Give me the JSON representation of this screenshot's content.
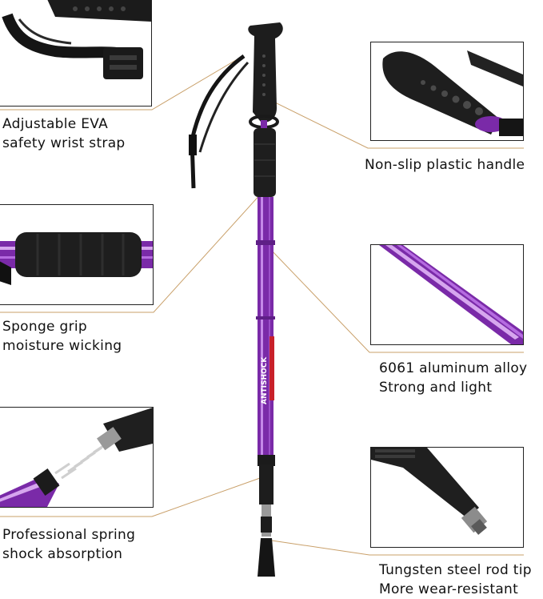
{
  "callouts": {
    "wrist_strap": {
      "line1": "Adjustable EVA",
      "line2": "safety wrist strap"
    },
    "handle": {
      "line1": "Non-slip plastic handle"
    },
    "sponge": {
      "line1": "Sponge grip",
      "line2": "moisture wicking"
    },
    "alloy": {
      "line1": "6061 aluminum alloy",
      "line2": "Strong and light"
    },
    "spring": {
      "line1": "Professional spring",
      "line2": "shock absorption"
    },
    "tip": {
      "line1": "Tungsten steel rod tip",
      "line2": "More wear-resistant"
    }
  },
  "pole_label": "ANTISHOCK",
  "colors": {
    "shaft": "#7a2aa8",
    "shaft_light": "#b56be0",
    "rubber": "#1c1c1c",
    "leader": "#c9a06a",
    "accent": "#c8202a"
  }
}
